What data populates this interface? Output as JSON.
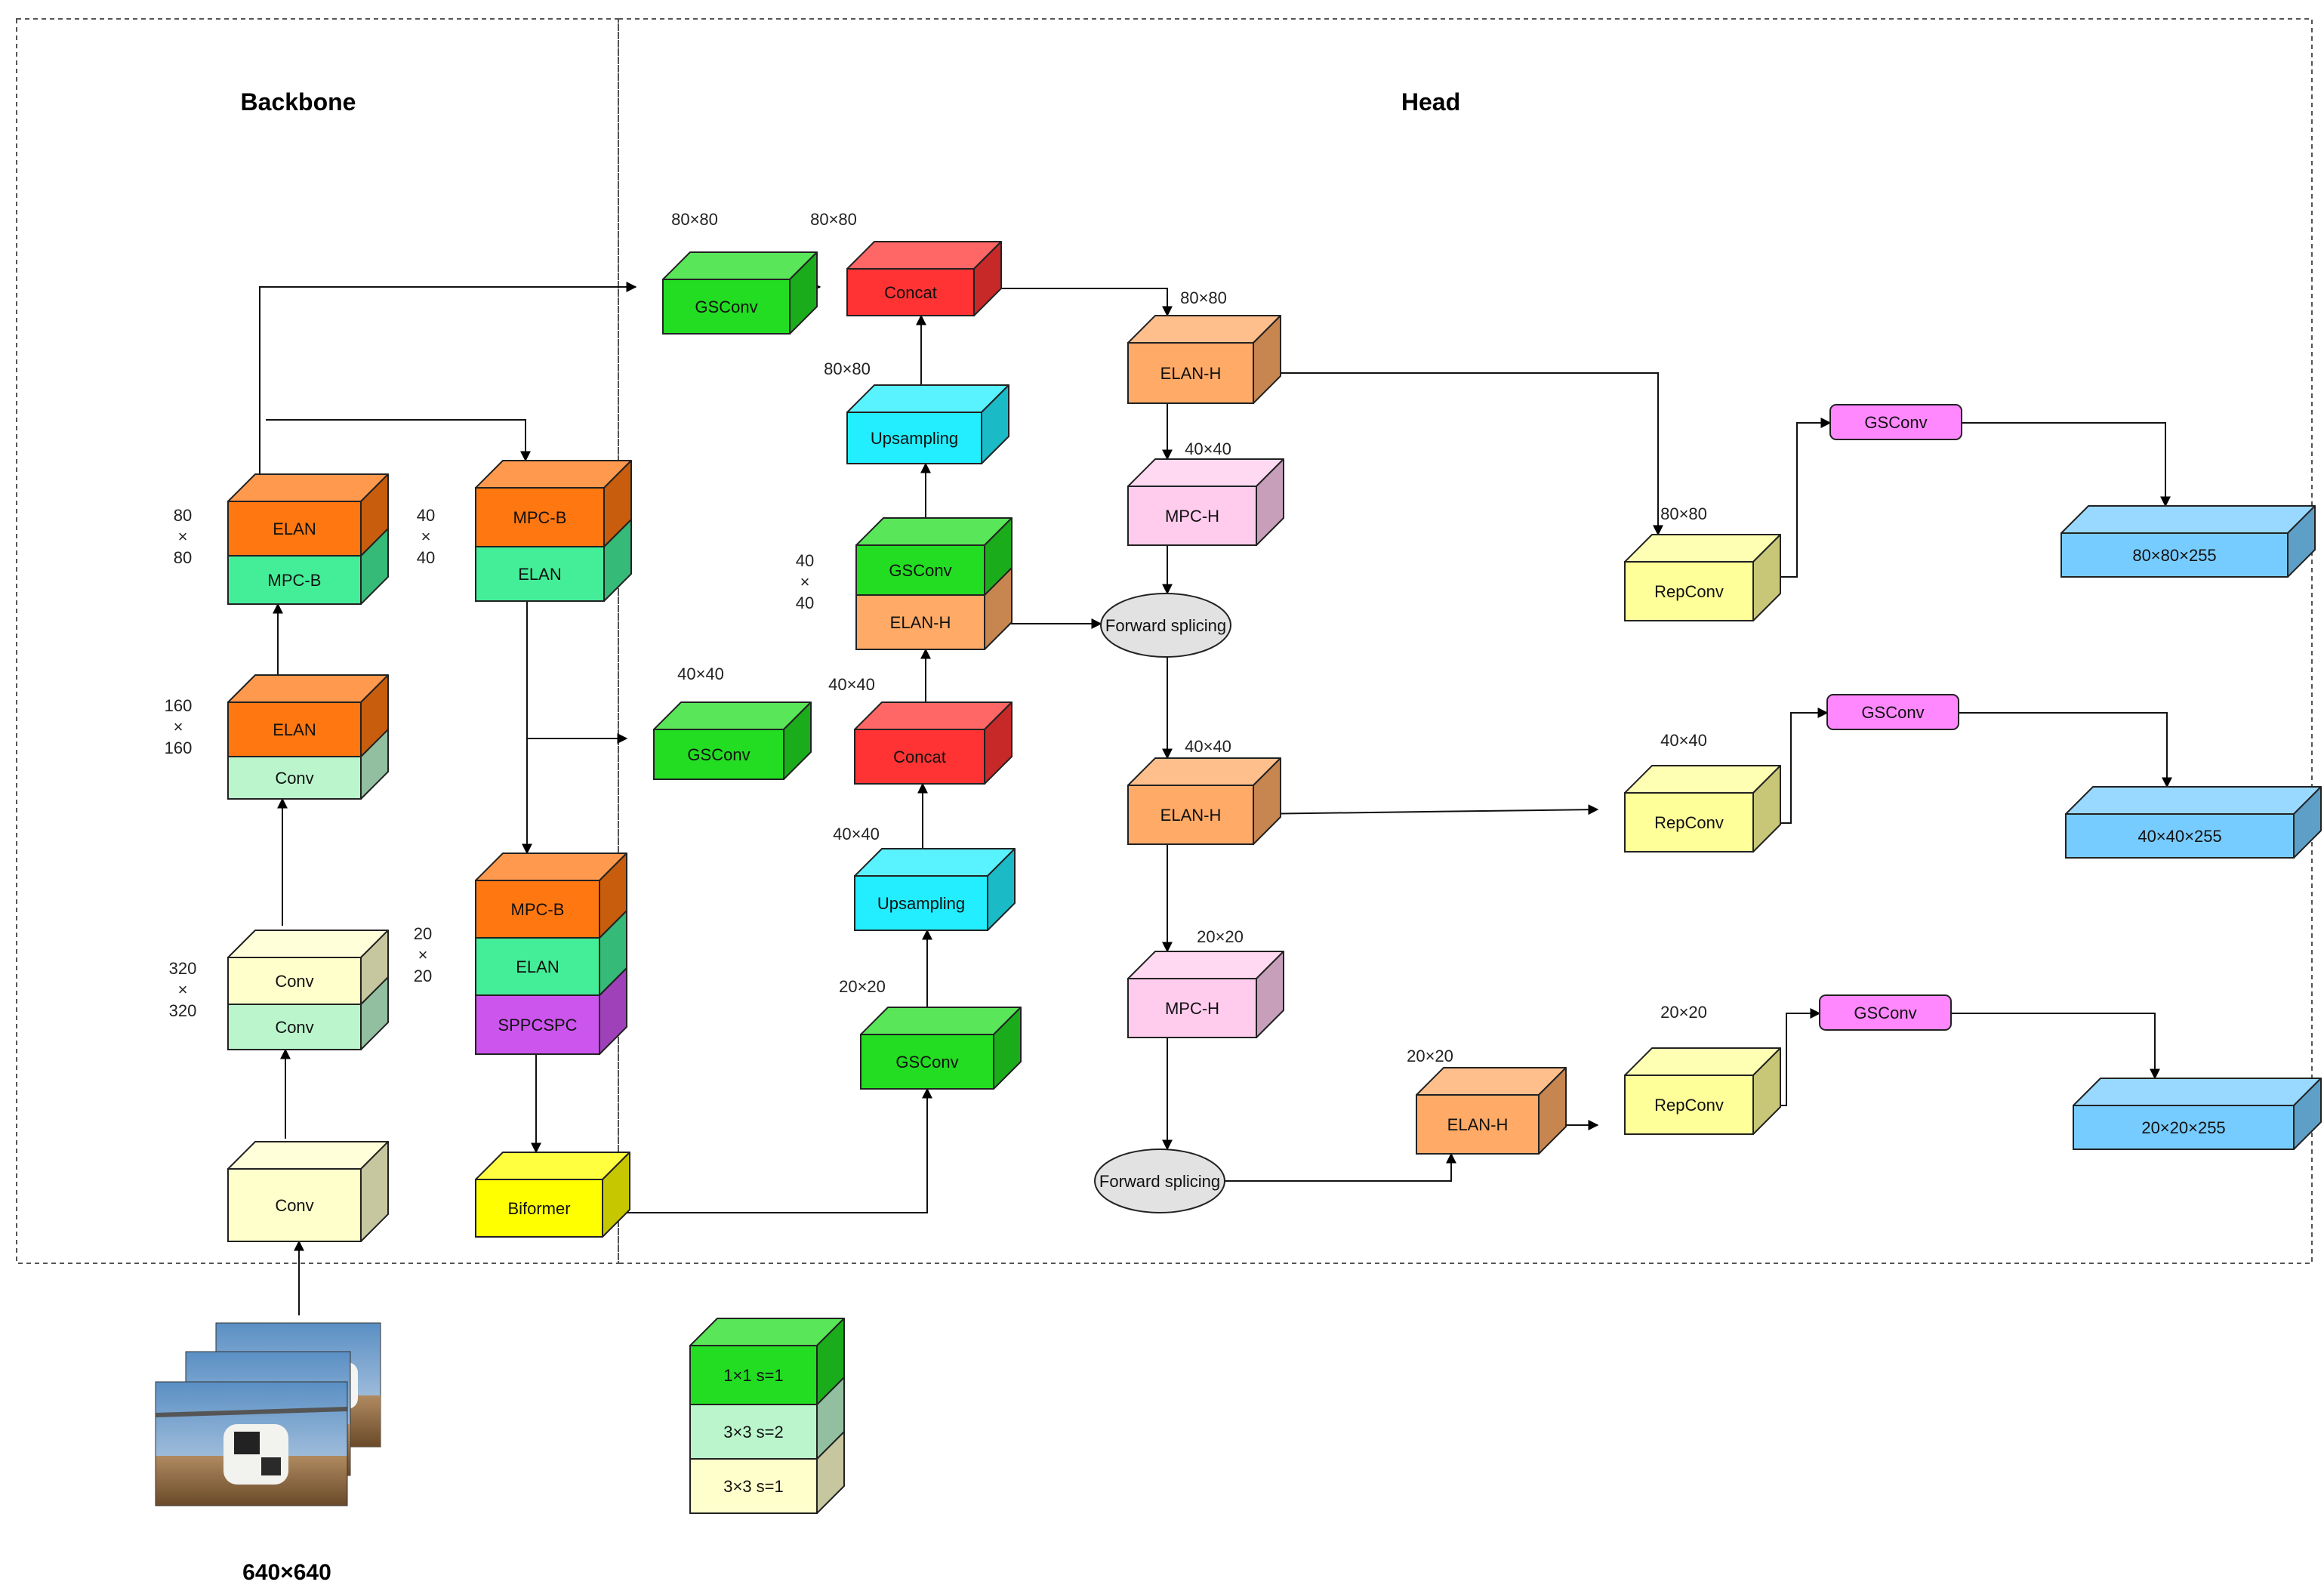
{
  "sections": {
    "backbone": "Backbone",
    "head": "Head"
  },
  "input_size": "640×640",
  "colors": {
    "green": "#22dd22",
    "red": "#ff3333",
    "orange": "#ff7711",
    "mint": "#44ee99",
    "light_green": "#bbf5cc",
    "cream": "#ffffcc",
    "purple": "#cc55ee",
    "yellow": "#ffff00",
    "cyan": "#22eeff",
    "light_orange": "#ffaa66",
    "pink": "#ffccee",
    "pale_yellow": "#ffff99",
    "magenta": "#ff88ff",
    "blue": "#77ccff",
    "grey": "#e2e2e2"
  },
  "blocks": [
    {
      "id": "bb-conv-stem",
      "label": "Conv",
      "color": "cream"
    },
    {
      "id": "bb-conv320-a",
      "label": "Conv",
      "color": "cream"
    },
    {
      "id": "bb-conv320-b",
      "label": "Conv",
      "color": "light_green"
    },
    {
      "id": "bb-elan160",
      "label": "ELAN",
      "color": "orange"
    },
    {
      "id": "bb-conv160",
      "label": "Conv",
      "color": "light_green"
    },
    {
      "id": "bb-elan80",
      "label": "ELAN",
      "color": "orange"
    },
    {
      "id": "bb-mpcb80",
      "label": "MPC-B",
      "color": "mint"
    },
    {
      "id": "bb-mpcb40",
      "label": "MPC-B",
      "color": "orange"
    },
    {
      "id": "bb-elan40",
      "label": "ELAN",
      "color": "mint"
    },
    {
      "id": "bb-mpcb20",
      "label": "MPC-B",
      "color": "orange"
    },
    {
      "id": "bb-elan20",
      "label": "ELAN",
      "color": "mint"
    },
    {
      "id": "bb-sppcspc",
      "label": "SPPCSPC",
      "color": "purple"
    },
    {
      "id": "bb-biformer",
      "label": "Biformer",
      "color": "yellow"
    },
    {
      "id": "hd-gsconv80",
      "label": "GSConv",
      "color": "green"
    },
    {
      "id": "hd-concat80",
      "label": "Concat",
      "color": "red"
    },
    {
      "id": "hd-upsample80",
      "label": "Upsampling",
      "color": "cyan"
    },
    {
      "id": "hd-gsconv40a",
      "label": "GSConv",
      "color": "green"
    },
    {
      "id": "hd-elanh40a",
      "label": "ELAN-H",
      "color": "light_orange"
    },
    {
      "id": "hd-gsconv40b",
      "label": "GSConv",
      "color": "green"
    },
    {
      "id": "hd-concat40",
      "label": "Concat",
      "color": "red"
    },
    {
      "id": "hd-upsample40",
      "label": "Upsampling",
      "color": "cyan"
    },
    {
      "id": "hd-gsconv20",
      "label": "GSConv",
      "color": "green"
    },
    {
      "id": "hd-elanh80",
      "label": "ELAN-H",
      "color": "light_orange"
    },
    {
      "id": "hd-mpch40",
      "label": "MPC-H",
      "color": "pink"
    },
    {
      "id": "hd-elanh40b",
      "label": "ELAN-H",
      "color": "light_orange"
    },
    {
      "id": "hd-mpch20",
      "label": "MPC-H",
      "color": "pink"
    },
    {
      "id": "hd-elanh20",
      "label": "ELAN-H",
      "color": "light_orange"
    },
    {
      "id": "hd-repconv80",
      "label": "RepConv",
      "color": "pale_yellow"
    },
    {
      "id": "hd-repconv40",
      "label": "RepConv",
      "color": "pale_yellow"
    },
    {
      "id": "hd-repconv20",
      "label": "RepConv",
      "color": "pale_yellow"
    },
    {
      "id": "hd-out80",
      "label": "80×80×255",
      "color": "blue"
    },
    {
      "id": "hd-out40",
      "label": "40×40×255",
      "color": "blue"
    },
    {
      "id": "hd-out20",
      "label": "20×20×255",
      "color": "blue"
    },
    {
      "id": "legend-1x1",
      "label": "1×1  s=1",
      "color": "green"
    },
    {
      "id": "legend-3x3s2",
      "label": "3×3  s=2",
      "color": "light_green"
    },
    {
      "id": "legend-3x3s1",
      "label": "3×3  s=1",
      "color": "cream"
    }
  ],
  "gsconv_boxes": [
    {
      "id": "gs-out80",
      "label": "GSConv",
      "color": "magenta"
    },
    {
      "id": "gs-out40",
      "label": "GSConv",
      "color": "magenta"
    },
    {
      "id": "gs-out20",
      "label": "GSConv",
      "color": "magenta"
    }
  ],
  "ellipses": [
    {
      "id": "fs-1",
      "label": "Forward splicing",
      "color": "grey"
    },
    {
      "id": "fs-2",
      "label": "Forward splicing",
      "color": "grey"
    }
  ],
  "size_labels": [
    {
      "id": "lbl-hd-gsconv80",
      "text": "80×80"
    },
    {
      "id": "lbl-hd-concat80",
      "text": "80×80"
    },
    {
      "id": "lbl-hd-upsample80",
      "text": "80×80"
    },
    {
      "id": "lbl-hd-elanh80",
      "text": "80×80"
    },
    {
      "id": "lbl-hd-mpch40",
      "text": "40×40"
    },
    {
      "id": "lbl-hd-gsconv40b",
      "text": "40×40"
    },
    {
      "id": "lbl-hd-concat40",
      "text": "40×40"
    },
    {
      "id": "lbl-hd-upsample40",
      "text": "40×40"
    },
    {
      "id": "lbl-hd-elanh40b",
      "text": "40×40"
    },
    {
      "id": "lbl-hd-gsconv20",
      "text": "20×20"
    },
    {
      "id": "lbl-hd-mpch20",
      "text": "20×20"
    },
    {
      "id": "lbl-hd-elanh20",
      "text": "20×20"
    },
    {
      "id": "lbl-hd-repconv80",
      "text": "80×80"
    },
    {
      "id": "lbl-hd-repconv40",
      "text": "40×40"
    },
    {
      "id": "lbl-hd-repconv20",
      "text": "20×20"
    }
  ],
  "stacked_labels": [
    {
      "id": "st-80",
      "lines": [
        "80",
        "×",
        "80"
      ]
    },
    {
      "id": "st-160",
      "lines": [
        "160",
        "×",
        "160"
      ]
    },
    {
      "id": "st-320",
      "lines": [
        "320",
        "×",
        "320"
      ]
    },
    {
      "id": "st-40bb",
      "lines": [
        "40",
        "×",
        "40"
      ]
    },
    {
      "id": "st-20",
      "lines": [
        "20",
        "×",
        "20"
      ]
    },
    {
      "id": "st-40hd",
      "lines": [
        "40",
        "×",
        "40"
      ]
    }
  ]
}
